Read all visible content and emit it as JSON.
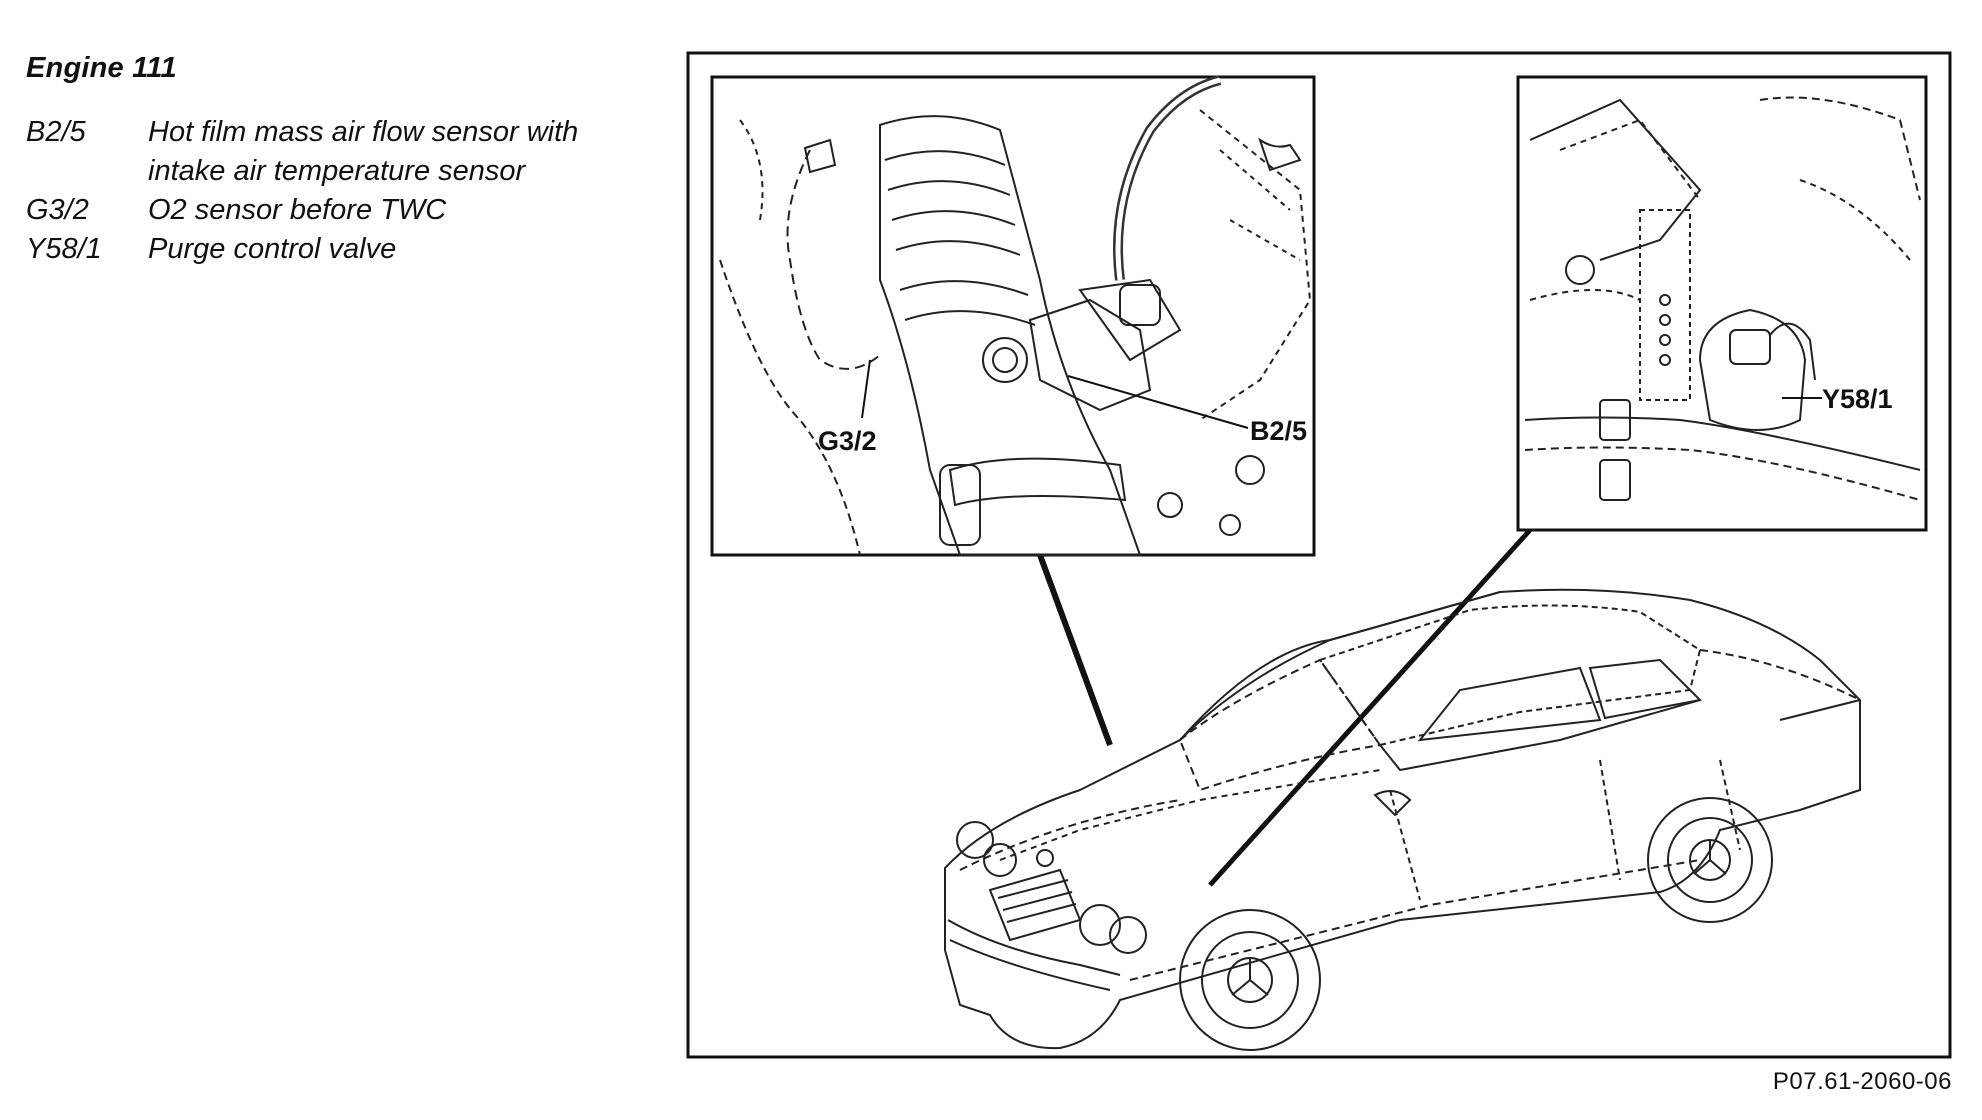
{
  "legend": {
    "title": "Engine 111",
    "items": [
      {
        "code": "B2/5",
        "text": "Hot film mass air flow sensor with intake air temperature sensor"
      },
      {
        "code": "G3/2",
        "text": "O2 sensor before TWC"
      },
      {
        "code": "Y58/1",
        "text": "Purge control valve"
      }
    ]
  },
  "callouts": {
    "g3_2": "G3/2",
    "b2_5": "B2/5",
    "y58_1": "Y58/1"
  },
  "figure_id": "P07.61-2060-06",
  "colors": {
    "ink": "#111111",
    "background": "#ffffff"
  }
}
